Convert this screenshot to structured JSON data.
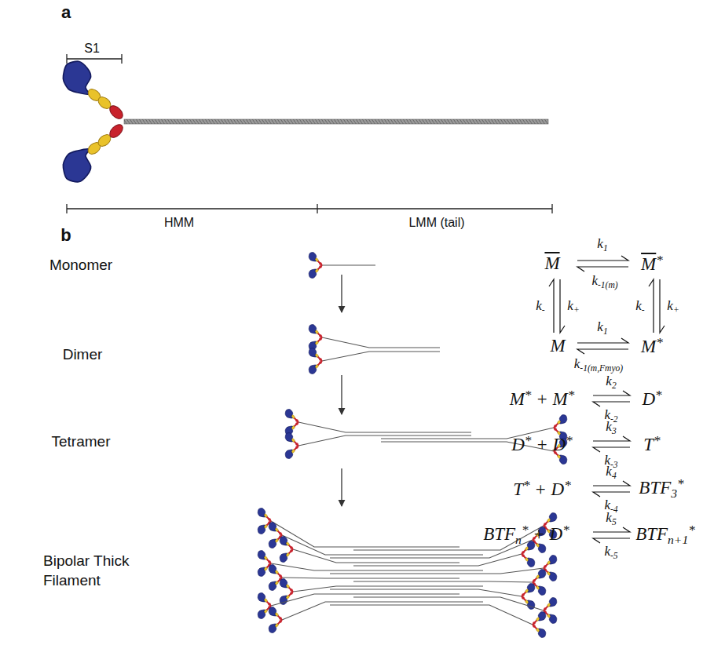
{
  "diagram": {
    "labels": [
      "a",
      "S1",
      "HMM",
      "LMM (tail)",
      "b",
      "Monomer",
      "Dimer",
      "Tetramer",
      "Bipolar Thick Filament",
      "M",
      "M*",
      "k1",
      "k-1(m)",
      "k-",
      "k+",
      "k-",
      "k+",
      "M",
      "M*",
      "k1",
      "k-1(m,Fmyo)",
      "M* + M*",
      "k2",
      "k-2",
      "D*",
      "D* + D*",
      "k3",
      "k-3",
      "T*",
      "T* + D*",
      "k4",
      "k-4",
      "BTF3*",
      "BTFn* + D*",
      "k5",
      "k-5",
      "BTFn+1*"
    ]
  }
}
